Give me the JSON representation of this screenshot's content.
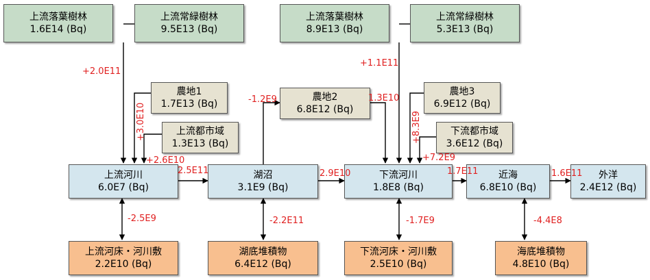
{
  "nodes": {
    "n1": {
      "name": "上流落葉樹林",
      "value": "1.6E14 (Bq)"
    },
    "n2": {
      "name": "上流常緑樹林",
      "value": "9.5E13 (Bq)"
    },
    "n3": {
      "name": "上流落葉樹林",
      "value": "8.9E13 (Bq)"
    },
    "n4": {
      "name": "上流常緑樹林",
      "value": "5.3E13 (Bq)"
    },
    "n5": {
      "name": "農地1",
      "value": "1.7E13 (Bq)"
    },
    "n6": {
      "name": "上流都市域",
      "value": "1.3E13 (Bq)"
    },
    "n7": {
      "name": "農地2",
      "value": "6.8E12 (Bq)"
    },
    "n8": {
      "name": "農地3",
      "value": "6.9E12 (Bq)"
    },
    "n9": {
      "name": "下流都市域",
      "value": "3.6E12 (Bq)"
    },
    "n10": {
      "name": "上流河川",
      "value": "6.0E7 (Bq)"
    },
    "n11": {
      "name": "湖沼",
      "value": "3.1E9 (Bq)"
    },
    "n12": {
      "name": "下流河川",
      "value": "1.8E8 (Bq)"
    },
    "n13": {
      "name": "近海",
      "value": "6.8E10 (Bq)"
    },
    "n14": {
      "name": "外洋",
      "value": "2.4E12 (Bq)"
    },
    "n15": {
      "name": "上流河床・河川敷",
      "value": "2.2E10 (Bq)"
    },
    "n16": {
      "name": "湖底堆積物",
      "value": "6.4E12 (Bq)"
    },
    "n17": {
      "name": "下流河床・河川敷",
      "value": "2.5E10 (Bq)"
    },
    "n18": {
      "name": "海底堆積物",
      "value": "4.8E10 (Bq)"
    }
  },
  "flows": {
    "f_forest1": "+2.0E11",
    "f_forest2": "+1.1E11",
    "f_farm1": "+3.0E10",
    "f_city1": "+2.6E10",
    "f_up_lake": "2.5E11",
    "f_lake_farm2": "-1.2E9",
    "f_farm2_down": "1.3E10",
    "f_lake_down": "2.9E10",
    "f_farm3": "+8.3E9",
    "f_city2": "+7.2E9",
    "f_down_coast": "1.7E11",
    "f_coast_ocean": "1.6E11",
    "f_sed1": "-2.5E9",
    "f_sed2": "-2.2E11",
    "f_sed3": "-1.7E9",
    "f_sed4": "-4.4E8"
  }
}
